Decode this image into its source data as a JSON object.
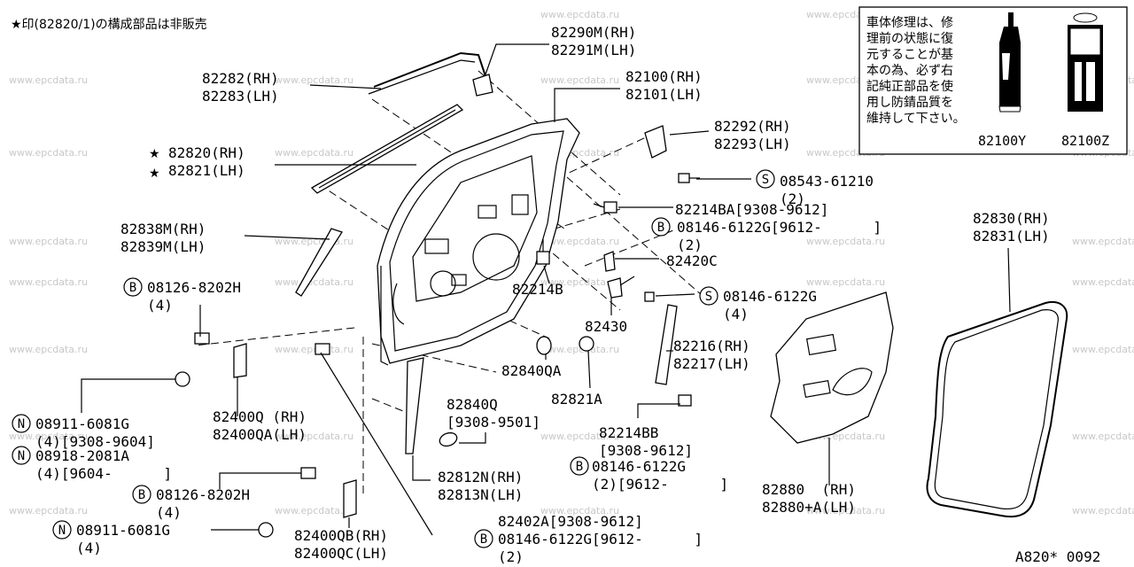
{
  "header_note": "★印(82820/1)の構成部品は非販売",
  "diagram_id": "A820* 0092",
  "watermark": "www.epcdata.ru",
  "side_note": {
    "lines": [
      "車体修理は、修",
      "理前の状態に復",
      "元することが基",
      "本の為、必ず右",
      "記純正部品を使",
      "用し防錆品質を",
      "維持して下さい。"
    ],
    "parts": [
      "82100Y",
      "82100Z"
    ]
  },
  "callouts": [
    {
      "id": "c01",
      "lines": [
        "82290M(RH)",
        "82291M(LH)"
      ]
    },
    {
      "id": "c02",
      "lines": [
        "82282(RH)",
        "82283(LH)"
      ]
    },
    {
      "id": "c03",
      "lines": [
        "82100(RH)",
        "82101(LH)"
      ]
    },
    {
      "id": "c04",
      "lines": [
        "82820(RH)",
        "82821(LH)"
      ],
      "star": true
    },
    {
      "id": "c05",
      "lines": [
        "82292(RH)",
        "82293(LH)"
      ]
    },
    {
      "id": "c06",
      "badge": "S",
      "lines": [
        "08543-61210",
        "(2)"
      ]
    },
    {
      "id": "c07",
      "lines": [
        "82214BA[9308-9612]"
      ]
    },
    {
      "id": "c08",
      "badge": "B",
      "lines": [
        "08146-6122G[9612-      ]",
        "(2)"
      ]
    },
    {
      "id": "c09",
      "lines": [
        "82838M(RH)",
        "82839M(LH)"
      ]
    },
    {
      "id": "c10",
      "lines": [
        "82420C"
      ]
    },
    {
      "id": "c11",
      "badge": "B",
      "lines": [
        "08126-8202H",
        "(4)"
      ]
    },
    {
      "id": "c12",
      "lines": [
        "82214B"
      ]
    },
    {
      "id": "c13",
      "badge": "S",
      "lines": [
        "08146-6122G",
        "(4)"
      ]
    },
    {
      "id": "c14",
      "lines": [
        "82430"
      ]
    },
    {
      "id": "c15",
      "lines": [
        "82216(RH)",
        "82217(LH)"
      ]
    },
    {
      "id": "c16",
      "lines": [
        "82840QA"
      ]
    },
    {
      "id": "c17",
      "lines": [
        "82821A"
      ]
    },
    {
      "id": "c18",
      "lines": [
        "82840Q",
        "[9308-9501]"
      ]
    },
    {
      "id": "c19",
      "lines": [
        "82214BB",
        "[9308-9612]"
      ]
    },
    {
      "id": "c20",
      "badge": "B",
      "lines": [
        "08146-6122G",
        "(2)[9612-      ]"
      ]
    },
    {
      "id": "c21",
      "badge": "N",
      "lines": [
        "08911-6081G",
        "(4)[9308-9604]"
      ]
    },
    {
      "id": "c22",
      "lines": [
        "82400Q (RH)",
        "82400QA(LH)"
      ]
    },
    {
      "id": "c23",
      "badge": "N",
      "lines": [
        "08918-2081A",
        "(4)[9604-      ]"
      ]
    },
    {
      "id": "c24",
      "lines": [
        "82812N(RH)",
        "82813N(LH)"
      ]
    },
    {
      "id": "c25",
      "badge": "B",
      "lines": [
        "08126-8202H",
        "(4)"
      ]
    },
    {
      "id": "c26",
      "badge": "N",
      "lines": [
        "08911-6081G",
        "(4)"
      ]
    },
    {
      "id": "c27",
      "lines": [
        "82400QB(RH)",
        "82400QC(LH)"
      ]
    },
    {
      "id": "c28",
      "lines": [
        "82402A[9308-9612]"
      ]
    },
    {
      "id": "c29",
      "badge": "B",
      "lines": [
        "08146-6122G[9612-      ]",
        "(2)"
      ]
    },
    {
      "id": "c30",
      "lines": [
        "82880  (RH)",
        "82880+A(LH)"
      ]
    },
    {
      "id": "c31",
      "lines": [
        "82830(RH)",
        "82831(LH)"
      ]
    }
  ]
}
